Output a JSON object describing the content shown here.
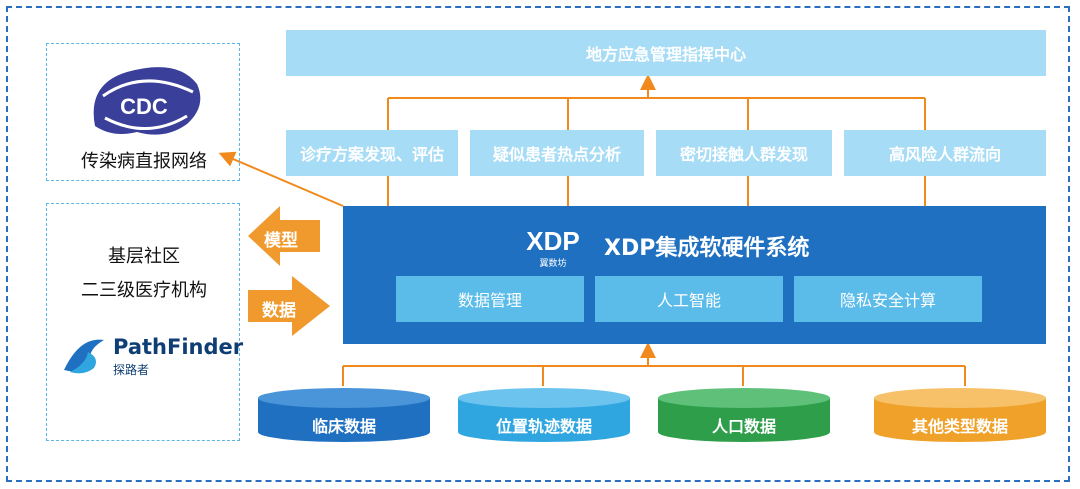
{
  "command_center": "地方应急管理指挥中心",
  "functions": [
    "诊疗方案发现、评估",
    "疑似患者热点分析",
    "密切接触人群发现",
    "高风险人群流向"
  ],
  "xdp": {
    "logo_text": "XDP",
    "logo_sub": "翼数坊",
    "title": "XDP集成软硬件系统",
    "modules": [
      "数据管理",
      "人工智能",
      "隐私安全计算"
    ]
  },
  "cdc": {
    "logo_text": "CDC",
    "label": "传染病直报网络"
  },
  "clinic": {
    "label_line1": "基层社区",
    "label_line2": "二三级医疗机构",
    "logo_name": "PathFinder",
    "logo_sub": "探路者"
  },
  "arrows": {
    "model": "模型",
    "data": "数据"
  },
  "data_sources": [
    {
      "label": "临床数据",
      "color": "#1f70c1"
    },
    {
      "label": "位置轨迹数据",
      "color": "#2fa6e0"
    },
    {
      "label": "人口数据",
      "color": "#2e9e4a"
    },
    {
      "label": "其他类型数据",
      "color": "#f0a12a"
    }
  ],
  "colors": {
    "accent_orange": "#f08a1c",
    "light_blue": "#a7dcf6",
    "dark_blue": "#1f70c1"
  }
}
